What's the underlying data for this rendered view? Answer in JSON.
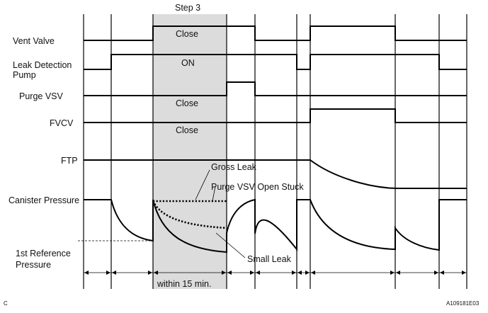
{
  "step_label": "Step 3",
  "signals": {
    "vent_valve": "Vent Valve",
    "leak_detection_pump_line1": "Leak Detection",
    "leak_detection_pump_line2": "Pump",
    "purge_vsv": "Purge VSV",
    "fvcv": "FVCV",
    "ftp": "FTP",
    "canister_pressure": "Canister Pressure",
    "first_reference_line1": "1st Reference",
    "first_reference_line2": "Pressure"
  },
  "state_labels": {
    "vent_valve": "Close",
    "leak_detection_pump": "ON",
    "purge_vsv": "Close",
    "fvcv": "Close"
  },
  "annotations": {
    "gross_leak": "Gross Leak",
    "purge_vsv_open_stuck": "Purge VSV Open Stuck",
    "small_leak": "Small Leak"
  },
  "time_label": "within 15 min.",
  "corner_left": "C",
  "figure_code": "A109181E03"
}
